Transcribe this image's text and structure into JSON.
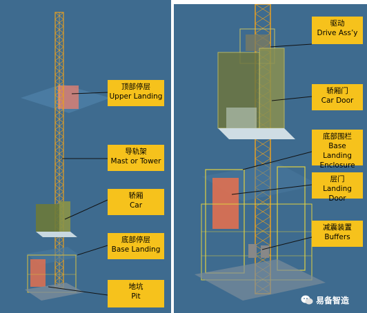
{
  "left": {
    "upper_landing": {
      "zh": "顶部停层",
      "en": "Upper Landing"
    },
    "mast": {
      "zh": "导轨架",
      "en": "Mast or Tower"
    },
    "car": {
      "zh": "轿厢",
      "en": "Car"
    },
    "base_landing": {
      "zh": "底部停层",
      "en": "Base Landing"
    },
    "pit": {
      "zh": "地坑",
      "en": "Pit"
    }
  },
  "right": {
    "drive": {
      "zh": "驱动",
      "en": "Drive Ass’y"
    },
    "car_door": {
      "zh": "轿厢门",
      "en": "Car Door"
    },
    "base_enclosure": {
      "zh": "底部围栏",
      "en1": "Base Landing",
      "en2": "Enclosure"
    },
    "landing_door": {
      "zh": "层门",
      "en": "Landing Door"
    },
    "buffers": {
      "zh": "减震装置",
      "en": "Buffers"
    }
  },
  "watermark": {
    "text": "易备智造",
    "icon": "wechat-icon"
  },
  "colors": {
    "background": "#3e6b8f",
    "callout": "#f6c21c",
    "mast": "#e8a020",
    "door": "#e07050"
  }
}
